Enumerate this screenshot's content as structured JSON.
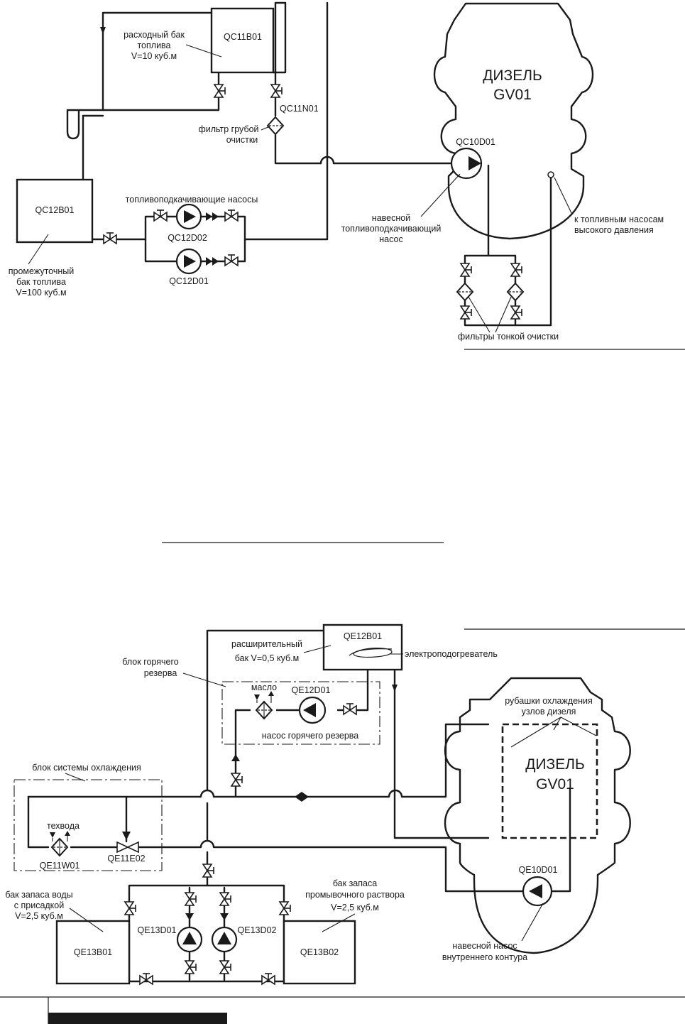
{
  "fuel_system": {
    "service_tank": {
      "code": "QC11B01",
      "caption": [
        "расходный бак",
        "топлива",
        "V=10 куб.м"
      ]
    },
    "intermediate_tank": {
      "code": "QC12B01",
      "caption": [
        "промежуточный",
        "бак топлива",
        "V=100 куб.м"
      ]
    },
    "coarse_filter": {
      "code": "QC11N01",
      "caption": [
        "фильтр грубой",
        "очистки"
      ]
    },
    "transfer_pumps_title": "топливоподкачивающие насосы",
    "pump_1": "QC12D02",
    "pump_2": "QC12D01",
    "engine_pump": {
      "code": "QC10D01",
      "caption": [
        "навесной",
        "топливоподкачивающий",
        "насос"
      ]
    },
    "engine": {
      "name": "ДИЗЕЛЬ",
      "code": "GV01"
    },
    "hp_pumps_note": [
      "к топливным насосам",
      "высокого давления"
    ],
    "fine_filters": "фильтры тонкой очистки"
  },
  "cooling_system": {
    "expansion_tank": {
      "code": "QE12B01",
      "caption": [
        "расширительный",
        "бак V=0,5 куб.м"
      ]
    },
    "heater": "электроподогреватель",
    "hot_reserve_block": [
      "блок горячего",
      "резерва"
    ],
    "oil_label": "масло",
    "hot_reserve_pump": {
      "code": "QE12D01",
      "caption": "насос горячего резерва"
    },
    "cooling_block": "блок системы охлаждения",
    "service_water": "техвода",
    "heat_exchanger": "QE11W01",
    "three_way_valve": "QE11E02",
    "jackets": [
      "рубашки охлаждения",
      "узлов    дизеля"
    ],
    "engine": {
      "name": "ДИЗЕЛЬ",
      "code": "GV01"
    },
    "engine_pump": {
      "code": "QE10D01",
      "caption": [
        "навесной насос",
        "внутреннего контура"
      ]
    },
    "water_tank": {
      "code": "QE13B01",
      "caption": [
        "бак запаса воды",
        "с присадкой",
        "V=2,5 куб.м"
      ]
    },
    "wash_tank": {
      "code": "QE13B02",
      "caption": [
        "бак запаса",
        "промывочного раствора",
        "V=2,5 куб.м"
      ]
    },
    "pump_left": "QE13D01",
    "pump_right": "QE13D02"
  }
}
